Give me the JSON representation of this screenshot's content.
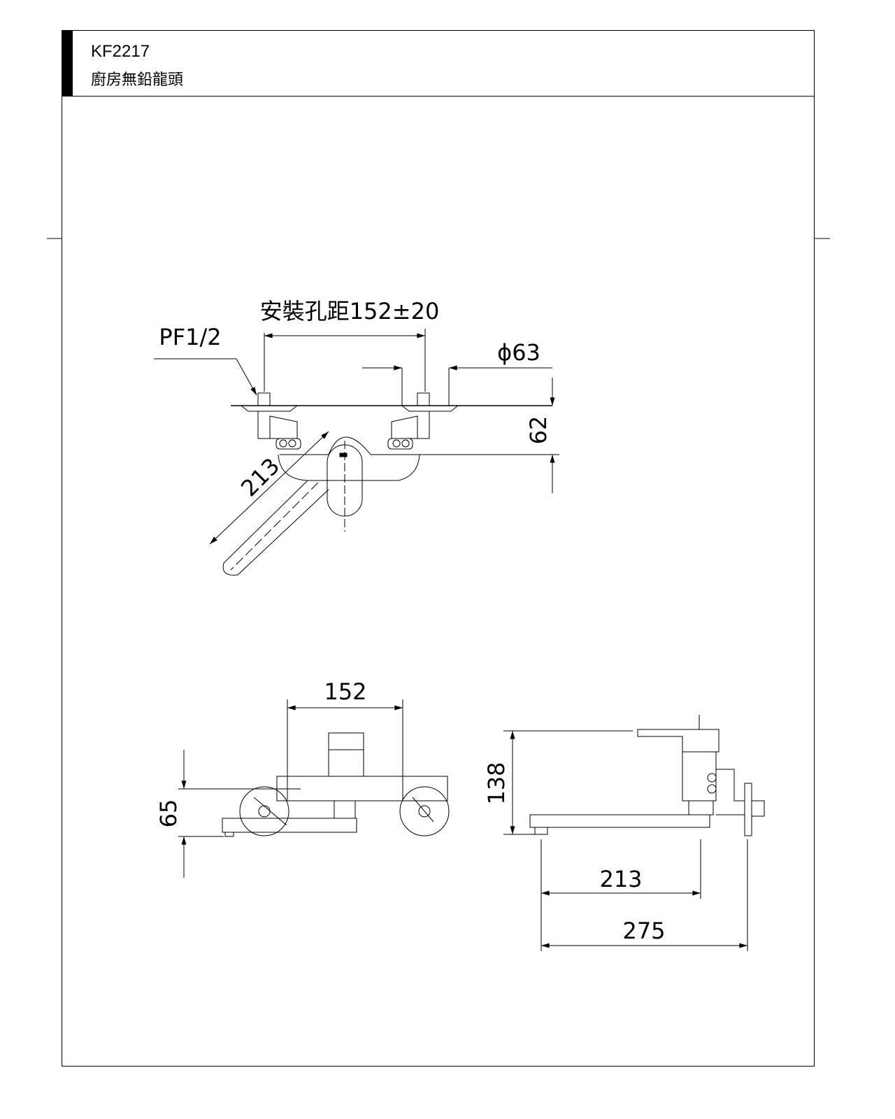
{
  "header": {
    "model": "KF2217",
    "product_name": "廚房無鉛龍頭"
  },
  "top_view": {
    "install_spacing_label": "安裝孔距152±20",
    "thread_label": "PF1/2",
    "escutcheon_diameter_label": "ϕ63",
    "depth_label": "62",
    "spout_length_label": "213"
  },
  "front_view": {
    "center_distance_label": "152",
    "height_label": "65"
  },
  "side_view": {
    "height_label": "138",
    "spout_reach_label": "213",
    "total_length_label": "275"
  }
}
